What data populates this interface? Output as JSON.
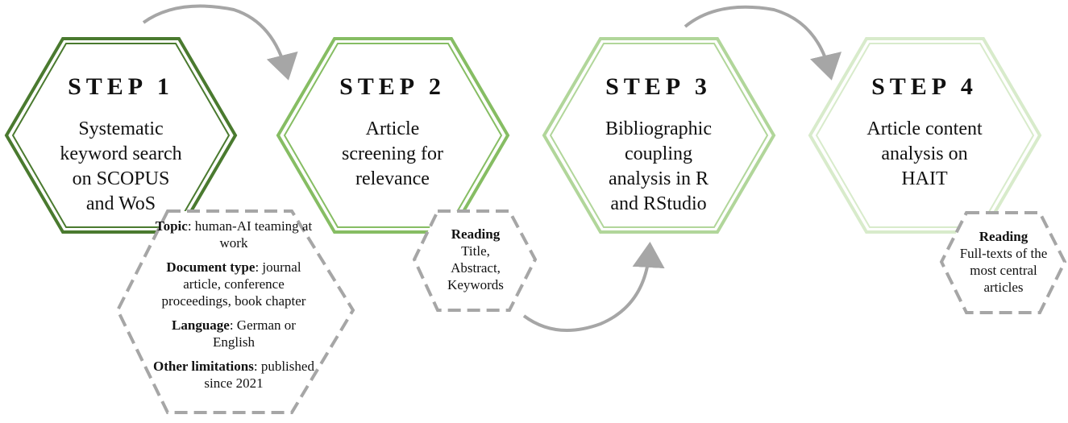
{
  "steps": [
    {
      "title": "STEP 1",
      "description": [
        "Systematic",
        "keyword search",
        "on SCOPUS",
        "and WoS"
      ],
      "color": "#4a7a2f"
    },
    {
      "title": "STEP 2",
      "description": [
        "Article",
        "screening for",
        "relevance"
      ],
      "color": "#86bd63"
    },
    {
      "title": "STEP 3",
      "description": [
        "Bibliographic",
        "coupling",
        "analysis in R",
        "and RStudio"
      ],
      "color": "#b1d69a"
    },
    {
      "title": "STEP 4",
      "description": [
        "Article content",
        "analysis on",
        "HAIT"
      ],
      "color": "#d8ebcb"
    }
  ],
  "details": {
    "step1": [
      {
        "label": "Topic",
        "text": ": human-AI teaming at work"
      },
      {
        "label": "Document type",
        "text": ": journal article, conference proceedings, book chapter"
      },
      {
        "label": "Language",
        "text": ": German or English"
      },
      {
        "label": "Other limitations",
        "text": ": published since 2021"
      }
    ],
    "step2": {
      "label": "Reading",
      "lines": [
        "Title,",
        "Abstract,",
        "Keywords"
      ]
    },
    "step4": {
      "label": "Reading",
      "lines": [
        "Full-texts of the",
        "most central",
        "articles"
      ]
    }
  },
  "colors": {
    "arrow": "#a6a6a6",
    "dash": "#a6a6a6"
  }
}
